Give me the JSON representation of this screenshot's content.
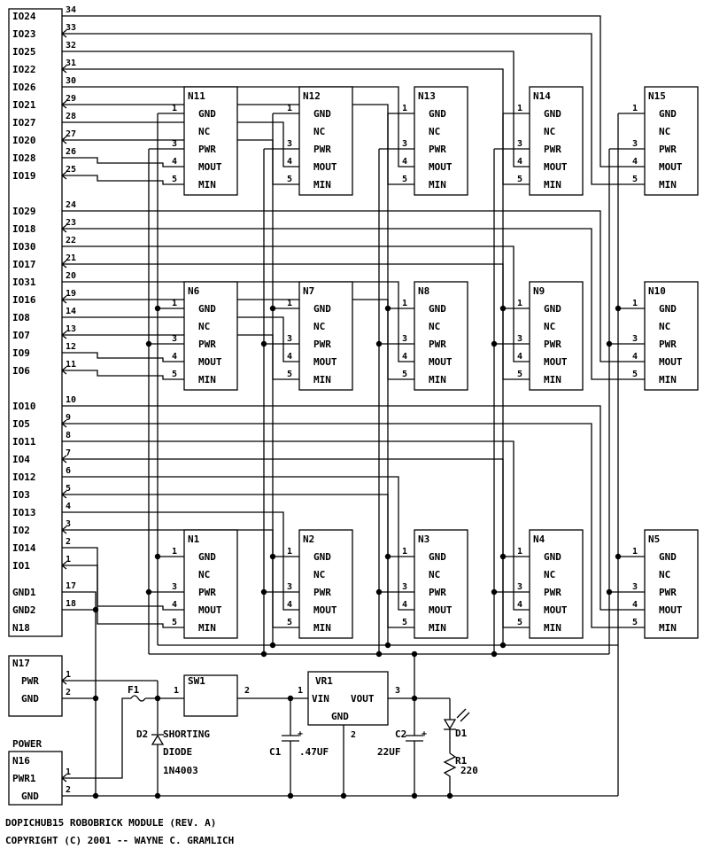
{
  "header": {
    "n18": "N18",
    "n17": "N17",
    "n16": "N16",
    "power_label": "POWER"
  },
  "io_pins": [
    {
      "label": "IO24",
      "num": "34",
      "dir": "in"
    },
    {
      "label": "IO23",
      "num": "33",
      "dir": "out"
    },
    {
      "label": "IO25",
      "num": "32",
      "dir": "in"
    },
    {
      "label": "IO22",
      "num": "31",
      "dir": "out"
    },
    {
      "label": "IO26",
      "num": "30",
      "dir": "in"
    },
    {
      "label": "IO21",
      "num": "29",
      "dir": "out"
    },
    {
      "label": "IO27",
      "num": "28",
      "dir": "in"
    },
    {
      "label": "IO20",
      "num": "27",
      "dir": "out"
    },
    {
      "label": "IO28",
      "num": "26",
      "dir": "in"
    },
    {
      "label": "IO19",
      "num": "25",
      "dir": "out"
    },
    {
      "label": "IO29",
      "num": "24",
      "dir": "in"
    },
    {
      "label": "IO18",
      "num": "23",
      "dir": "out"
    },
    {
      "label": "IO30",
      "num": "22",
      "dir": "in"
    },
    {
      "label": "IO17",
      "num": "21",
      "dir": "out"
    },
    {
      "label": "IO31",
      "num": "20",
      "dir": "in"
    },
    {
      "label": "IO16",
      "num": "19",
      "dir": "out"
    },
    {
      "label": "IO8",
      "num": "14",
      "dir": "in"
    },
    {
      "label": "IO7",
      "num": "13",
      "dir": "out"
    },
    {
      "label": "IO9",
      "num": "12",
      "dir": "in"
    },
    {
      "label": "IO6",
      "num": "11",
      "dir": "out"
    },
    {
      "label": "IO10",
      "num": "10",
      "dir": "in"
    },
    {
      "label": "IO5",
      "num": "9",
      "dir": "out"
    },
    {
      "label": "IO11",
      "num": "8",
      "dir": "in"
    },
    {
      "label": "IO4",
      "num": "7",
      "dir": "out"
    },
    {
      "label": "IO12",
      "num": "6",
      "dir": "in"
    },
    {
      "label": "IO3",
      "num": "5",
      "dir": "out"
    },
    {
      "label": "IO13",
      "num": "4",
      "dir": "in"
    },
    {
      "label": "IO2",
      "num": "3",
      "dir": "out"
    },
    {
      "label": "IO14",
      "num": "2",
      "dir": "in"
    },
    {
      "label": "IO1",
      "num": "1",
      "dir": "out"
    },
    {
      "label": "GND1",
      "num": "17",
      "dir": "in"
    },
    {
      "label": "GND2",
      "num": "18",
      "dir": "in"
    }
  ],
  "nodes": [
    "N11",
    "N12",
    "N13",
    "N14",
    "N15",
    "N6",
    "N7",
    "N8",
    "N9",
    "N10",
    "N1",
    "N2",
    "N3",
    "N4",
    "N5"
  ],
  "node_pins": [
    {
      "num": "1",
      "label": "GND"
    },
    {
      "num": "",
      "label": "NC"
    },
    {
      "num": "3",
      "label": "PWR"
    },
    {
      "num": "4",
      "label": "MOUT"
    },
    {
      "num": "5",
      "label": "MIN"
    }
  ],
  "power": {
    "n17_pins": [
      {
        "label": "PWR",
        "num": "1"
      },
      {
        "label": "GND",
        "num": "2"
      }
    ],
    "n16_pins": [
      {
        "label": "PWR1",
        "num": "1"
      },
      {
        "label": "GND",
        "num": "2"
      }
    ],
    "f1": "F1",
    "sw1": "SW1",
    "sw1_pin1": "1",
    "sw1_pin2": "2",
    "d2": "D2",
    "d2_desc1": "SHORTING",
    "d2_desc2": "DIODE",
    "d2_part": "1N4003",
    "vr1": "VR1",
    "vr1_vin": "VIN",
    "vr1_vout": "VOUT",
    "vr1_gnd": "GND",
    "vr1_pin1": "1",
    "vr1_pin2": "2",
    "vr1_pin3": "3",
    "c1": "C1",
    "c1_val": ".47UF",
    "c2": "C2",
    "c2_val": "22UF",
    "d1": "D1",
    "r1": "R1",
    "r1_val": "220",
    "plus": "+"
  },
  "footer": {
    "line1": "DOPICHUB15 ROBOBRICK MODULE (REV. A)",
    "line2": "COPYRIGHT (C) 2001 -- WAYNE C. GRAMLICH"
  }
}
